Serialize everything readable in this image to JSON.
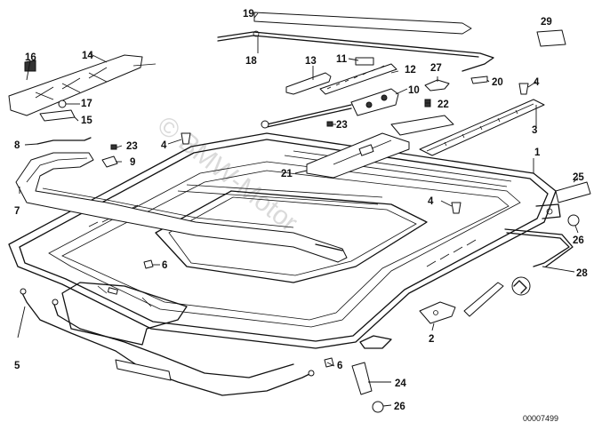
{
  "labels": {
    "n1": "1",
    "n2": "2",
    "n3": "3",
    "n4a": "4",
    "n4b": "4",
    "n4c": "4",
    "n5": "5",
    "n6a": "6",
    "n6b": "6",
    "n7": "7",
    "n8": "8",
    "n9": "9",
    "n10": "10",
    "n11": "11",
    "n12": "12",
    "n13": "13",
    "n14": "14",
    "n15": "15",
    "n16": "16",
    "n17": "17",
    "n18": "18",
    "n19": "19",
    "n20": "20",
    "n21": "21",
    "n22": "22",
    "n23a": "23",
    "n23b": "23",
    "n24": "24",
    "n25": "25",
    "n26a": "26",
    "n26b": "26",
    "n27": "27",
    "n28": "28",
    "n29": "29"
  },
  "diagram_code": "00007499",
  "watermark": "© BMW-Motor"
}
